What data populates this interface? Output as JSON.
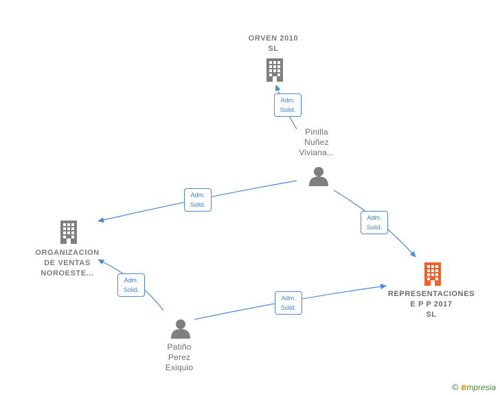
{
  "nodes": {
    "orven": {
      "label": "ORVEN 2010\nSL",
      "type": "company",
      "color": "#7f7f7f"
    },
    "organizacion": {
      "label": "ORGANIZACION\nDE VENTAS\nNOROESTE...",
      "type": "company",
      "color": "#7f7f7f"
    },
    "representaciones": {
      "label": "REPRESENTACIONES\nE P P 2017\nSL",
      "type": "company-main",
      "color": "#f0602a"
    },
    "pinilla": {
      "label": "Pinilla\nNuñez\nViviana...",
      "type": "person",
      "color": "#7f7f7f"
    },
    "patino": {
      "label": "Patiño\nPerez\nExiquio",
      "type": "person",
      "color": "#7f7f7f"
    }
  },
  "edges": [
    {
      "from": "pinilla",
      "to": "orven",
      "label": "Adm.\nSolid."
    },
    {
      "from": "pinilla",
      "to": "organizacion",
      "label": "Adm.\nSolid."
    },
    {
      "from": "pinilla",
      "to": "representaciones",
      "label": "Adm.\nSolid."
    },
    {
      "from": "patino",
      "to": "organizacion",
      "label": "Adm.\nSolid."
    },
    {
      "from": "patino",
      "to": "representaciones",
      "label": "Adm.\nSolid."
    }
  ],
  "edge_color": "#4a8ad8",
  "brand": {
    "copyright": "©",
    "e": "e",
    "rest": "mpresia"
  }
}
